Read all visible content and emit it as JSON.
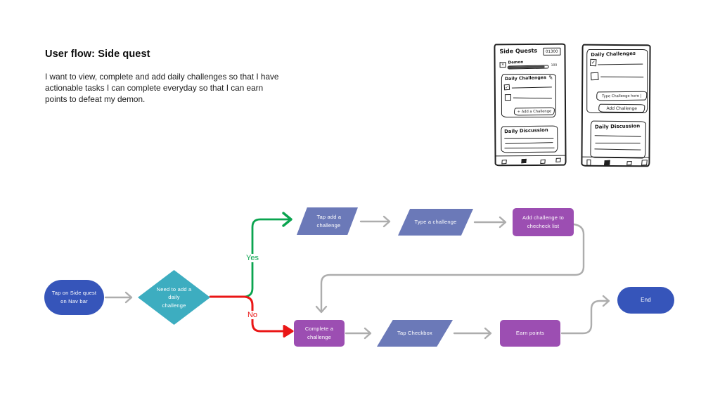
{
  "header": {
    "title": "User flow: Side quest",
    "description_lines": [
      "I want to view, complete and add daily challenges so that I have",
      "actionable tasks I can complete everyday so that I can earn",
      "points to defeat my demon."
    ]
  },
  "icons": {
    "pencil": "✎",
    "check": "✓",
    "cross": "✕"
  },
  "sketch_screen_1": {
    "title": "Side Quests",
    "points_badge": "01300",
    "demon_label": "Demon",
    "demon_value": "100",
    "challenges_title": "Daily Challenges",
    "add_button": "+ Add a Challenge",
    "discussion_title": "Daily Discussion"
  },
  "sketch_screen_2": {
    "challenges_title": "Daily Challenges",
    "input_value": "Type Challenge here |",
    "add_button": "Add Challenge",
    "discussion_title": "Daily Discussion"
  },
  "flowchart": {
    "nodes": {
      "start": "Tap on Side quest on Nav bar",
      "decision": "Need to add a daily challenge",
      "tap_add": "Tap add a challenge",
      "type_challenge": "Type a challenge",
      "add_to_list": "Add challenge to checheck list",
      "complete": "Complete a challenge",
      "tap_checkbox": "Tap Checkbox",
      "earn_points": "Earn points",
      "end": "End"
    },
    "edge_labels": {
      "yes": "Yes",
      "no": "No"
    },
    "colors": {
      "terminator_blue": "#3655ba",
      "decision_teal": "#3dadc0",
      "process_indigo": "#6b79b8",
      "action_purple": "#9c4eb2",
      "connector_gray": "#adadad",
      "yes_green": "#0aa44f",
      "no_red": "#ea1616"
    }
  }
}
